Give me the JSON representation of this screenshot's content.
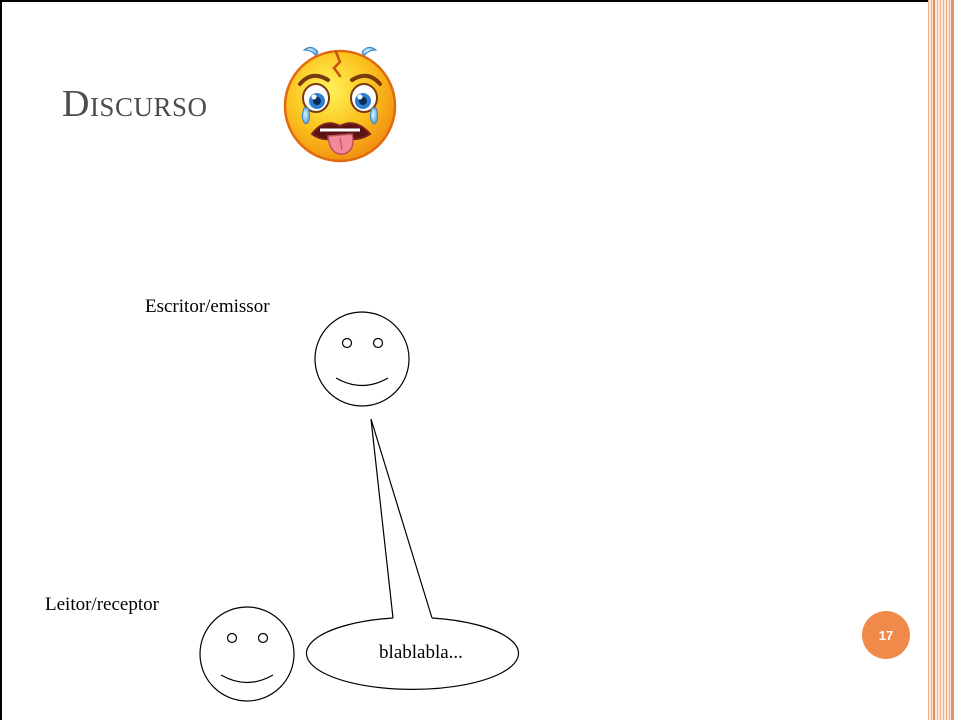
{
  "slide": {
    "title": "Discurso",
    "page_number": "17"
  },
  "emoji": {
    "icon": "worried-face-tongue-out-icon",
    "colors": {
      "face": "#f9b31c",
      "outline": "#e06a10",
      "tear": "#6ab7e8",
      "mouth": "#7a1f1f",
      "tongue": "#f28a9a"
    }
  },
  "diagram": {
    "writer_label": "Escritor/emissor",
    "reader_label": "Leitor/receptor",
    "speech_text": "blablabla..."
  },
  "colors": {
    "title": "#4d4d4d",
    "accent": "#f08a4b",
    "border": "#e3916a"
  }
}
